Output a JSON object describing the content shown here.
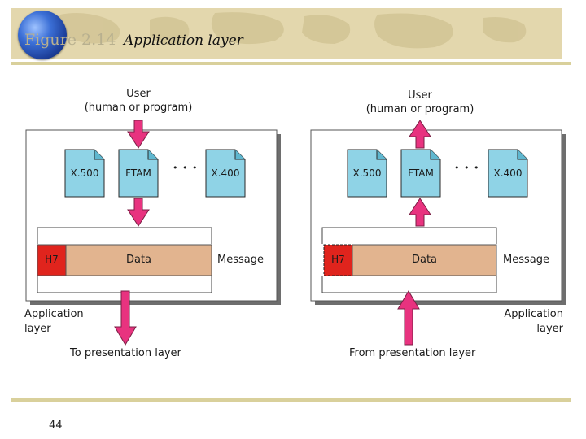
{
  "header": {
    "figure_number": "Figure 2.14",
    "title": "Application layer"
  },
  "left_panel": {
    "user_label": "User",
    "user_sublabel": "(human or program)",
    "docs": [
      "X.500",
      "FTAM",
      "X.400"
    ],
    "ellipsis": "• • •",
    "header_cell": "H7",
    "data_cell": "Data",
    "message_label": "Message",
    "layer_label_line1": "Application",
    "layer_label_line2": "layer",
    "bottom_label": "To presentation layer"
  },
  "right_panel": {
    "user_label": "User",
    "user_sublabel": "(human or program)",
    "docs": [
      "X.500",
      "FTAM",
      "X.400"
    ],
    "ellipsis": "• • •",
    "header_cell": "H7",
    "data_cell": "Data",
    "message_label": "Message",
    "layer_label_line1": "Application",
    "layer_label_line2": "layer",
    "bottom_label": "From presentation layer"
  },
  "footer": {
    "page_number": "44"
  },
  "colors": {
    "doc_fill": "#8fd3e6",
    "header_red": "#e0241d",
    "data_tan": "#e2b48f",
    "arrow_pink": "#e8337f",
    "band": "#e3d7ad"
  }
}
